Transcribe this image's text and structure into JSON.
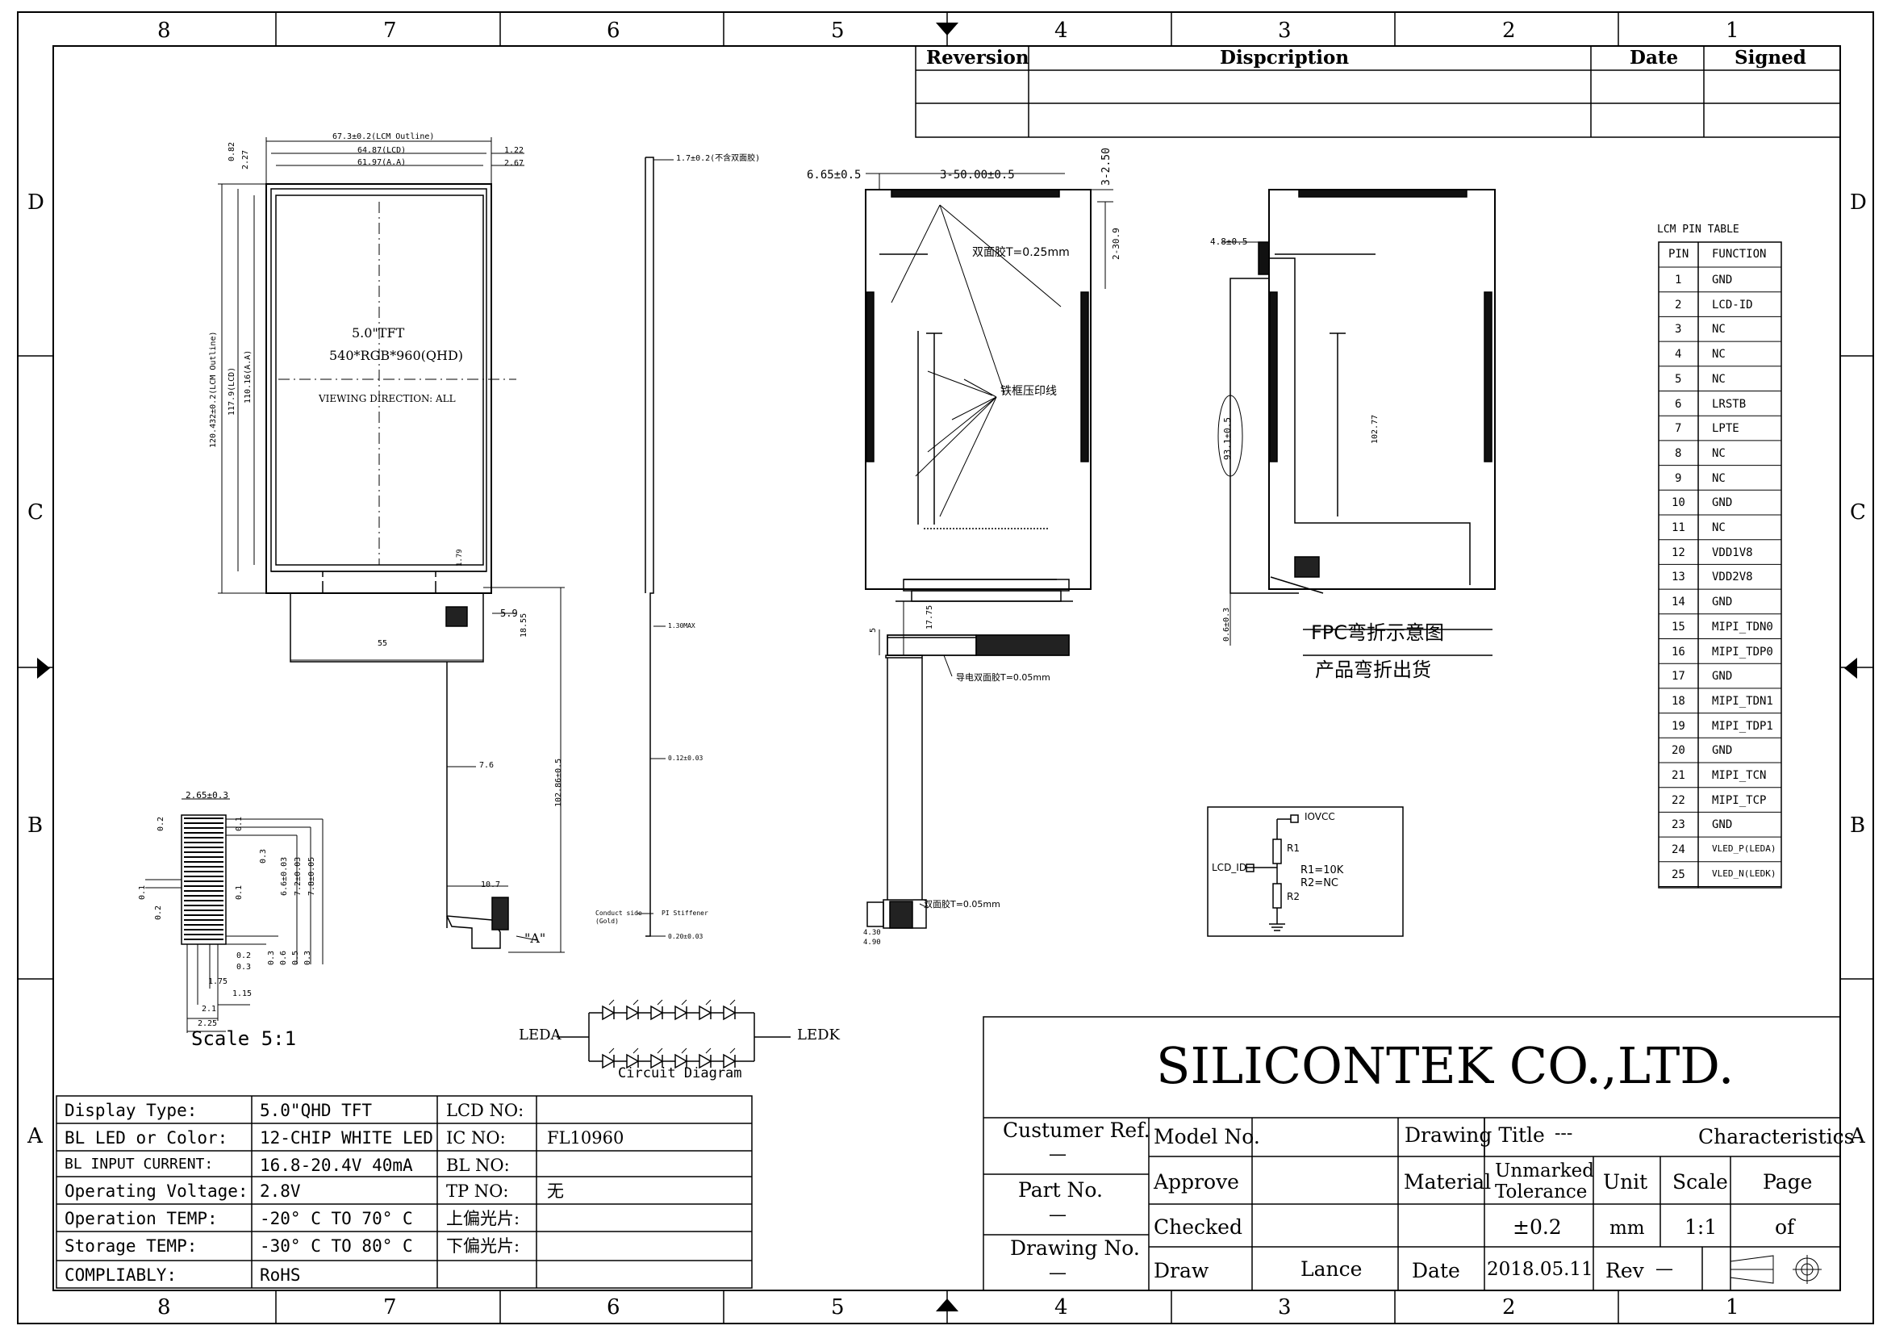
{
  "border": {
    "top_cols": [
      "8",
      "7",
      "6",
      "5",
      "4",
      "3",
      "2",
      "1"
    ],
    "bottom_cols": [
      "8",
      "7",
      "6",
      "5",
      "4",
      "3",
      "2",
      "1"
    ],
    "rows": [
      "D",
      "C",
      "B",
      "A"
    ]
  },
  "revision_table": {
    "headers": [
      "Reversion",
      "Dispcription",
      "Date",
      "Signed"
    ]
  },
  "front_view": {
    "size_label": "5.0\"TFT",
    "resolution": "540*RGB*960(QHD)",
    "viewing": "VIEWING DIRECTION: ALL",
    "dim_outline_w": "67.3±0.2(LCM Outline)",
    "dim_lcd_w": "64.87(LCD)",
    "dim_aa_w": "61.97(A.A)",
    "dim_r1": "1.22",
    "dim_r2": "2.67",
    "dim_t1": "0.82",
    "dim_t2": "2.27",
    "dim_outline_h": "120.432±0.2(LCM Outline)",
    "dim_lcd_h": "117.9(LCD)",
    "dim_aa_h": "110.16(A.A)",
    "dim_fpc1": "5.9",
    "dim_fpc2": "18.55",
    "dim_fpc3": "55",
    "dim_fpc4": "7.6",
    "dim_fpc5": "102.86±0.5",
    "dim_fpc6": "10.7",
    "dim_fpc7": "1.79",
    "detail_a": "\"A\""
  },
  "side_view": {
    "thickness": "1.7±0.2(不含双面胶)",
    "t2": "1.30MAX",
    "t3": "0.12±0.03",
    "t4": "0.20±0.03",
    "note1": "Conduct side",
    "note2": "(Gold)",
    "note3": "PI Stiffener"
  },
  "back_view": {
    "dim_left": "6.65±0.5",
    "dim_tape": "3-50.00±0.5",
    "dim_right": "3-2.50",
    "dim_r2": "2-30.9",
    "tape_label": "双面胶T=0.25mm",
    "frame_label": "铁框压印线",
    "cond_tape": "导电双面胶T=0.05mm",
    "tape2": "双面胶T=0.05mm",
    "dim_a": "17.75",
    "dim_b": "5",
    "dim_c": "4.30",
    "dim_d": "4.90"
  },
  "fold_view": {
    "dim1": "4.8±0.5",
    "dim2": "93.1±0.5",
    "dim3": "102.77",
    "dim4": "0.6±0.3",
    "caption1": "FPC弯折示意图",
    "caption2": "产品弯折出货"
  },
  "pin_table": {
    "title": "LCM PIN TABLE",
    "headers": [
      "PIN",
      "FUNCTION"
    ],
    "rows": [
      [
        "1",
        "GND"
      ],
      [
        "2",
        "LCD-ID"
      ],
      [
        "3",
        "NC"
      ],
      [
        "4",
        "NC"
      ],
      [
        "5",
        "NC"
      ],
      [
        "6",
        "LRSTB"
      ],
      [
        "7",
        "LPTE"
      ],
      [
        "8",
        "NC"
      ],
      [
        "9",
        "NC"
      ],
      [
        "10",
        "GND"
      ],
      [
        "11",
        "NC"
      ],
      [
        "12",
        "VDD1V8"
      ],
      [
        "13",
        "VDD2V8"
      ],
      [
        "14",
        "GND"
      ],
      [
        "15",
        "MIPI_TDN0"
      ],
      [
        "16",
        "MIPI_TDP0"
      ],
      [
        "17",
        "GND"
      ],
      [
        "18",
        "MIPI_TDN1"
      ],
      [
        "19",
        "MIPI_TDP1"
      ],
      [
        "20",
        "GND"
      ],
      [
        "21",
        "MIPI_TCN"
      ],
      [
        "22",
        "MIPI_TCP"
      ],
      [
        "23",
        "GND"
      ],
      [
        "24",
        "VLED_P(LEDA)"
      ],
      [
        "25",
        "VLED_N(LEDK)"
      ]
    ]
  },
  "id_circuit": {
    "iovcc": "IOVCC",
    "r1": "R1",
    "r2": "R2",
    "lcd_id": "LCD_ID",
    "values1": "R1=10K",
    "values2": "R2=NC"
  },
  "detail": {
    "scale": "Scale 5:1",
    "d1": "2.65±0.3",
    "d2": "0.2",
    "d3": "0.1",
    "d4": "0.3",
    "d5": "6.6±0.03",
    "d6": "7.2±0.03",
    "d7": "7.8±0.05",
    "d8": "0.1",
    "d9": "0.2",
    "d10": "0.1",
    "d11": "0.2",
    "d12": "0.3",
    "d13": "0.3",
    "d14": "0.6",
    "d15": "0.5",
    "d16": "0.3",
    "d17": "1.75",
    "d18": "1.15",
    "d19": "2.1",
    "d20": "2.25"
  },
  "led_circuit": {
    "leda": "LEDA",
    "ledk": "LEDK",
    "caption": "Circuit Diagram"
  },
  "spec_table": {
    "rows": [
      [
        "Display Type:",
        "5.0\"QHD TFT",
        "LCD NO:",
        ""
      ],
      [
        "BL LED or Color:",
        "12-CHIP WHITE LED",
        "IC NO:",
        "FL10960"
      ],
      [
        "BL INPUT CURRENT:",
        "16.8-20.4V  40mA",
        "BL NO:",
        ""
      ],
      [
        "Operating Voltage:",
        "2.8V",
        "TP NO:",
        "无"
      ],
      [
        "Operation TEMP:",
        "-20° C TO 70° C",
        "上偏光片:",
        ""
      ],
      [
        "Storage TEMP:",
        "-30° C TO 80° C",
        "下偏光片:",
        ""
      ],
      [
        "COMPLIABLY:",
        "RoHS",
        "",
        ""
      ]
    ]
  },
  "title_block": {
    "company": "SILICONTEK CO.,LTD.",
    "customer_ref": "Custumer Ref.",
    "dash1": "—",
    "part_no": "Part No.",
    "dash2": "—",
    "drawing_no": "Drawing No.",
    "dash3": "—",
    "model_no": "Model No.",
    "drawing_title": "Drawing Title",
    "title_dash": "---",
    "characteristics": "Characteristics",
    "approve": "Approve",
    "material": "Material",
    "unmarked1": "Unmarked",
    "unmarked2": "Tolerance",
    "unit": "Unit",
    "scale": "Scale",
    "page": "Page",
    "checked": "Checked",
    "tolerance": "±0.2",
    "unit_val": "mm",
    "scale_val": "1:1",
    "page_val": "of",
    "draw": "Draw",
    "drawer": "Lance",
    "date": "Date",
    "date_val": "2018.05.11",
    "rev": "Rev",
    "rev_val": "—"
  }
}
